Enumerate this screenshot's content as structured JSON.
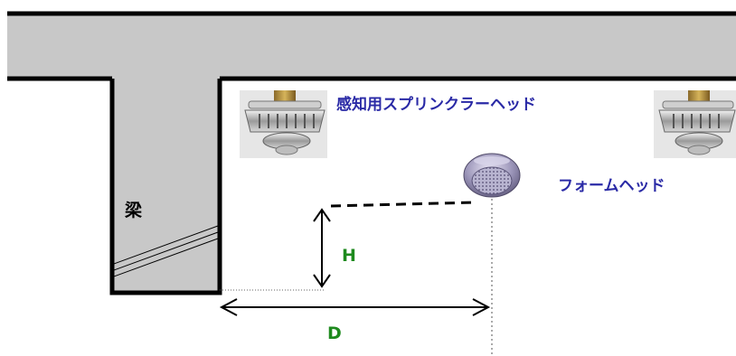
{
  "labels": {
    "sprinkler_head": "感知用スプリンクラーヘッド",
    "foam_head": "フォームヘッド",
    "beam": "梁",
    "height": "H",
    "distance": "D"
  },
  "colors": {
    "concrete": "#c8c8c8",
    "outline": "#000000",
    "text_blue": "#2a2aa6",
    "text_green": "#1e8a1e"
  }
}
